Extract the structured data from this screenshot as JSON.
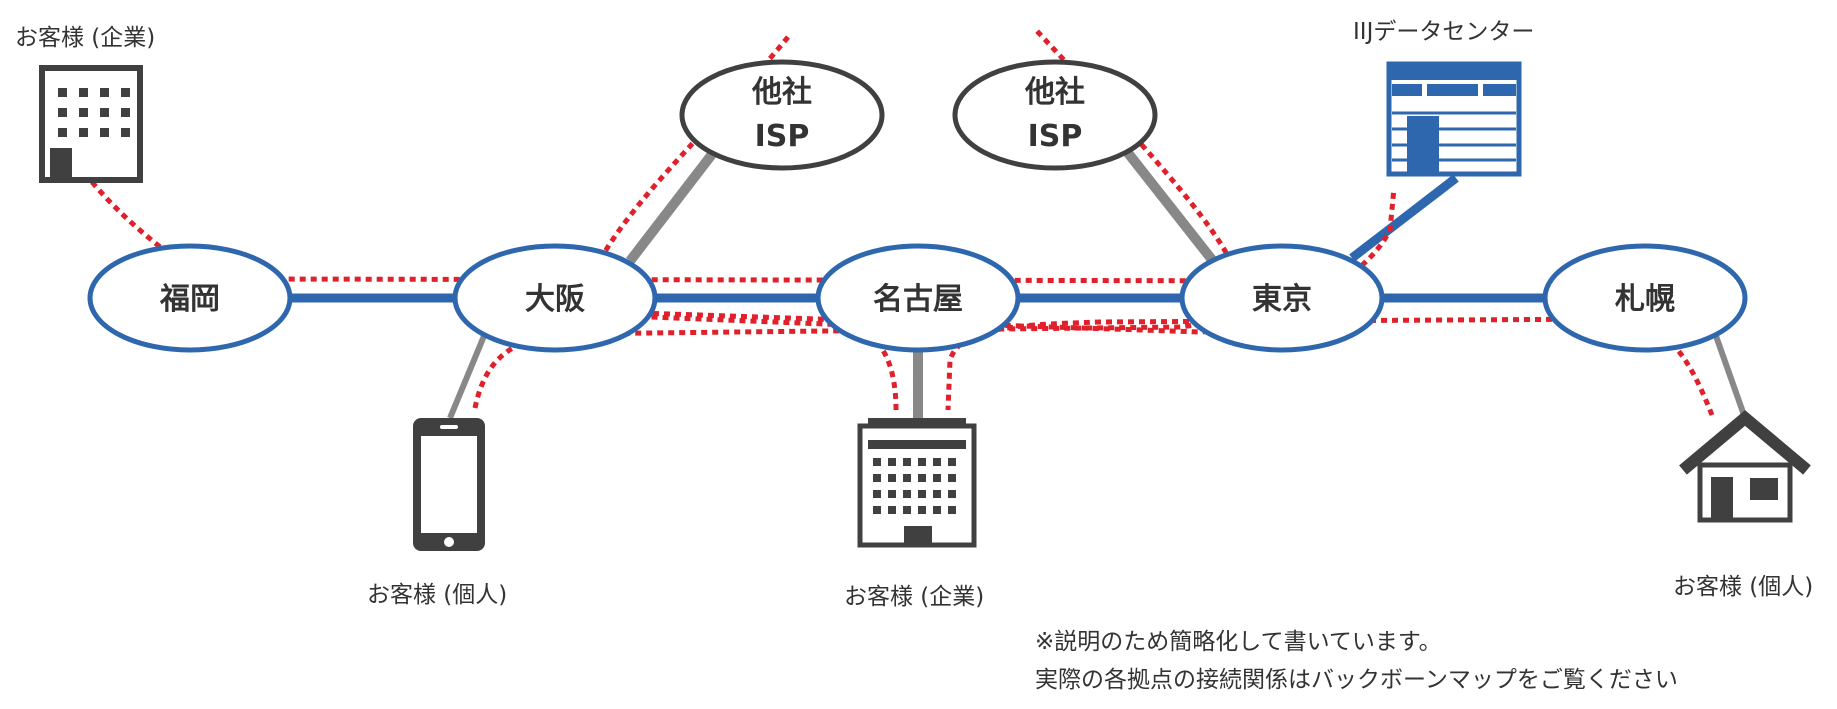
{
  "nodes": {
    "fukuoka": "福岡",
    "osaka": "大阪",
    "nagoya": "名古屋",
    "tokyo": "東京",
    "sapporo": "札幌"
  },
  "isp_west": {
    "line1": "他社",
    "line2": "ISP"
  },
  "isp_east": {
    "line1": "他社",
    "line2": "ISP"
  },
  "labels": {
    "customer_corp_topleft": "お客様 (企業)",
    "customer_individual_phone": "お客様 (個人)",
    "customer_corp_center": "お客様 (企業)",
    "customer_individual_home": "お客様 (個人)",
    "datacenter": "IIJデータセンター"
  },
  "notes": {
    "line1": "※説明のため簡略化して書いています。",
    "line2": "実際の各拠点の接続関係はバックボーンマップをご覧ください"
  },
  "colors": {
    "backbone": "#2e67ad",
    "node_stroke": "#2e67ad",
    "isp_stroke": "#404040",
    "gray_link": "#888888",
    "traffic_path": "#e0202a",
    "icon": "#404040"
  },
  "icons": [
    "office-building-icon",
    "smartphone-icon",
    "office-tower-icon",
    "house-icon",
    "datacenter-icon"
  ]
}
